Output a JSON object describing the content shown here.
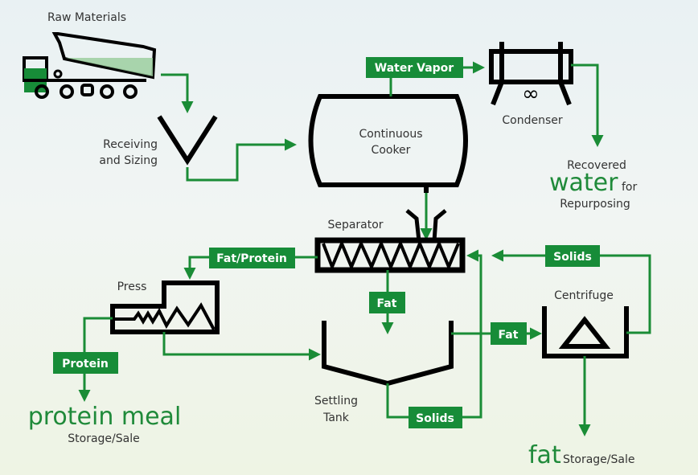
{
  "title": "Rendering Process Flow",
  "colors": {
    "accent": "#178c38",
    "equipment": "#000000",
    "text": "#333333"
  },
  "nodes": {
    "raw_materials": "Raw Materials",
    "receiving": [
      "Receiving",
      "and Sizing"
    ],
    "cooker": [
      "Continuous",
      "Cooker"
    ],
    "condenser": "Condenser",
    "separator": "Separator",
    "press": "Press",
    "settling_tank": [
      "Settling",
      "Tank"
    ],
    "centrifuge": "Centrifuge"
  },
  "flow_tags": {
    "water_vapor": "Water Vapor",
    "fat_protein": "Fat/Protein",
    "fat_separator": "Fat",
    "fat_centrifuge": "Fat",
    "solids_top": "Solids",
    "solids_bottom": "Solids",
    "protein": "Protein"
  },
  "outputs": {
    "water": {
      "pre": "Recovered",
      "big": "water",
      "post": "for",
      "sub": "Repurposing"
    },
    "protein_meal": {
      "big": "protein meal",
      "sub": "Storage/Sale"
    },
    "fat": {
      "big": "fat",
      "sub": "Storage/Sale"
    }
  }
}
